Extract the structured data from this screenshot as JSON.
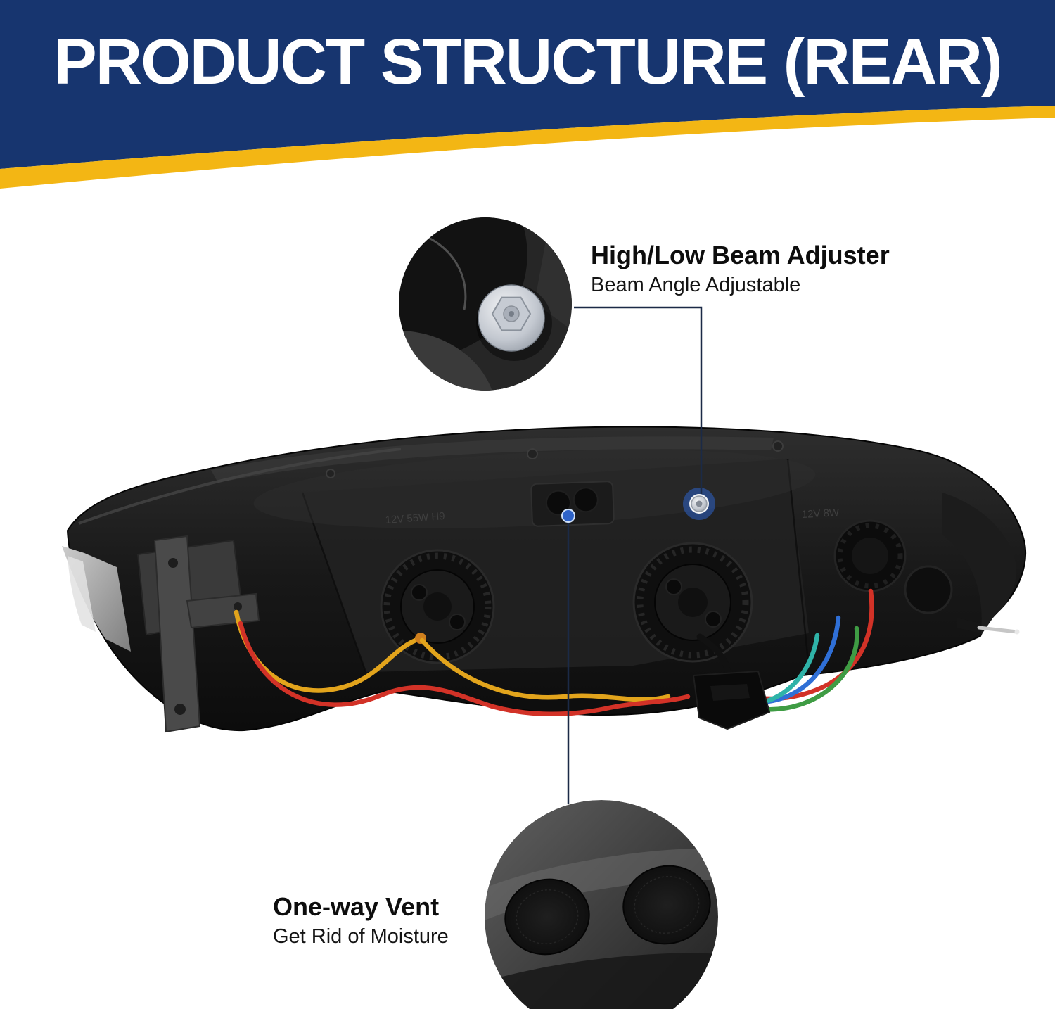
{
  "header": {
    "title": "PRODUCT STRUCTURE (REAR)"
  },
  "colors": {
    "header_bg": "#17356f",
    "stripe": "#f3b614",
    "accent_blue": "#2e63c9",
    "connector_line": "#1b2a47",
    "wire_yellow": "#e2a41c",
    "wire_red": "#d23227",
    "wire_blue": "#2f6fd6",
    "wire_green": "#3f9c44",
    "wire_teal": "#2fb3a8"
  },
  "callouts": {
    "beam_adjuster": {
      "title": "High/Low Beam Adjuster",
      "subtitle": "Beam Angle Adjustable"
    },
    "vent": {
      "title": "One-way Vent",
      "subtitle": "Get Rid of Moisture"
    }
  },
  "product": {
    "molded_text_left": "12V 55W H9",
    "molded_text_right": "12V 8W"
  }
}
